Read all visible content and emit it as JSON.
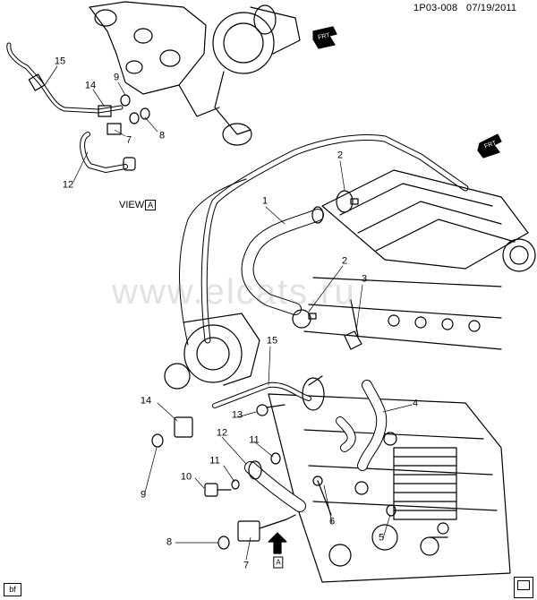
{
  "header": {
    "code": "1P03-008",
    "date": "07/19/2011"
  },
  "view_label": {
    "text": "VIEW",
    "box": "A"
  },
  "arrows": {
    "frt": "FRT",
    "view_a": "A"
  },
  "watermark": "www.elcats.ru",
  "footer": {
    "tag": "bf"
  },
  "callouts": [
    "15",
    "14",
    "9",
    "7",
    "8",
    "12",
    "2",
    "1",
    "2",
    "3",
    "15",
    "14",
    "13",
    "4",
    "12",
    "11",
    "9",
    "10",
    "11",
    "6",
    "5",
    "8",
    "7"
  ]
}
